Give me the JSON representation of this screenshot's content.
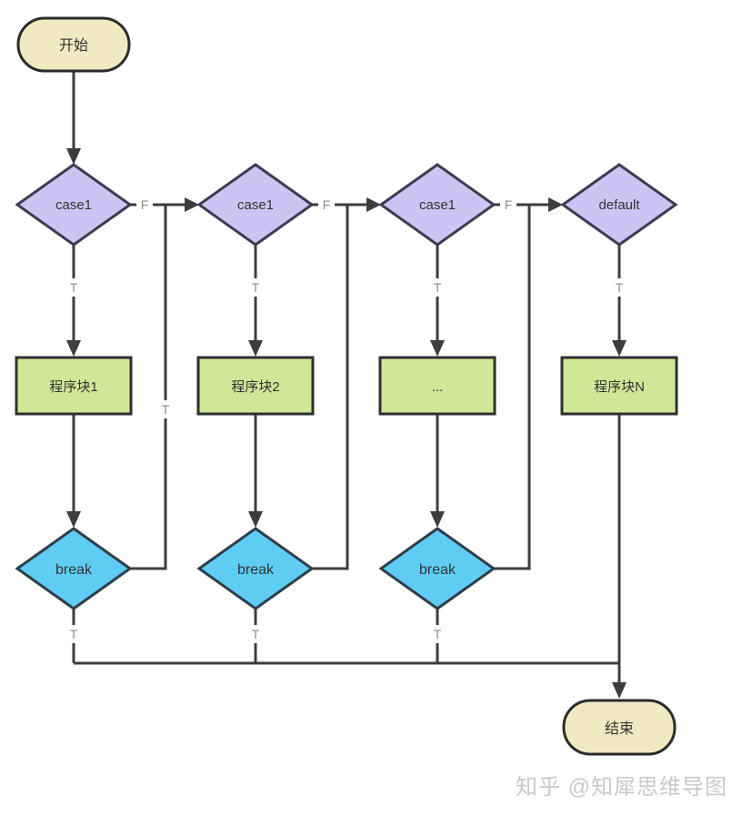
{
  "flowchart": {
    "start": {
      "label": "开始"
    },
    "end": {
      "label": "结束"
    },
    "cases": [
      {
        "label": "case1"
      },
      {
        "label": "case1"
      },
      {
        "label": "case1"
      },
      {
        "label": "default"
      }
    ],
    "blocks": [
      {
        "label": "程序块1"
      },
      {
        "label": "程序块2"
      },
      {
        "label": "..."
      },
      {
        "label": "程序块N"
      }
    ],
    "breaks": [
      {
        "label": "break"
      },
      {
        "label": "break"
      },
      {
        "label": "break"
      }
    ],
    "edge_labels": {
      "t": "T",
      "f": "F"
    },
    "colors": {
      "terminal_fill": "#f1e9c2",
      "terminal_border": "#2b2b2b",
      "case_fill": "#cdc4f3",
      "case_border": "#3e3c52",
      "block_fill": "#cfe897",
      "block_border": "#2f2f2f",
      "break_fill": "#5fcdf3",
      "break_border": "#2e3e4a",
      "line": "#3d3d3d",
      "edge_label": "#8c8c8c",
      "watermark": "#c9c9c9"
    }
  },
  "watermark": {
    "text": "知乎 @知犀思维导图"
  }
}
